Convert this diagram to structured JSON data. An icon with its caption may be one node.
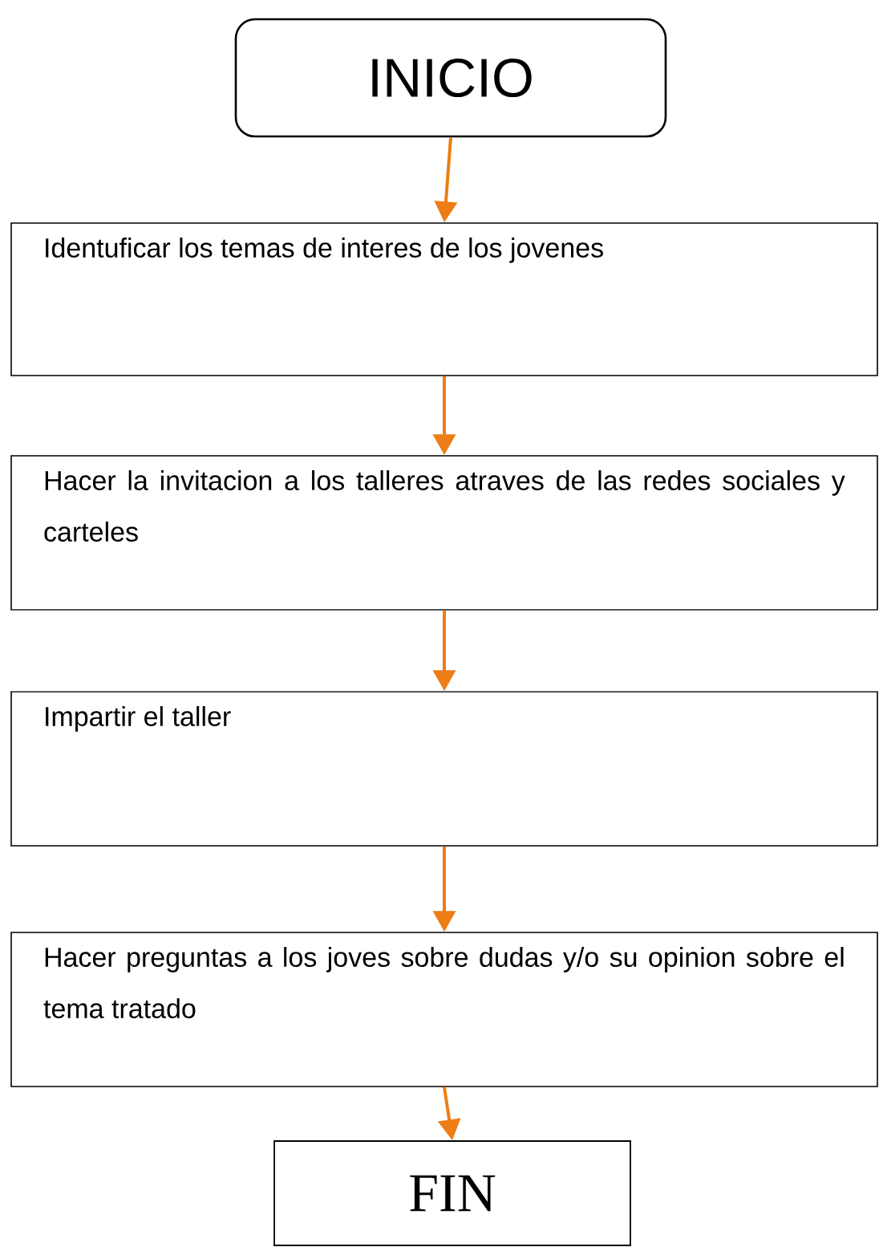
{
  "diagram": {
    "nodes": [
      {
        "text": [
          "INICIO"
        ]
      },
      {
        "text": [
          "Identuficar los temas de interes de los jovenes"
        ]
      },
      {
        "text": [
          "Hacer la invitacion a los talleres atraves de las redes sociales y carteles"
        ]
      },
      {
        "text": [
          "Impartir el taller"
        ]
      },
      {
        "text": [
          "Hacer preguntas a los joves sobre dudas y/o su opinion sobre el tema tratado"
        ]
      },
      {
        "text": [
          "FIN"
        ]
      }
    ],
    "edges": [
      {
        "from": 0,
        "to": 1,
        "arrow": "to"
      },
      {
        "from": 1,
        "to": 2,
        "arrow": "to"
      },
      {
        "from": 2,
        "to": 3,
        "arrow": "to"
      },
      {
        "from": 3,
        "to": 4,
        "arrow": "to"
      },
      {
        "from": 4,
        "to": 5,
        "arrow": "to"
      }
    ]
  }
}
